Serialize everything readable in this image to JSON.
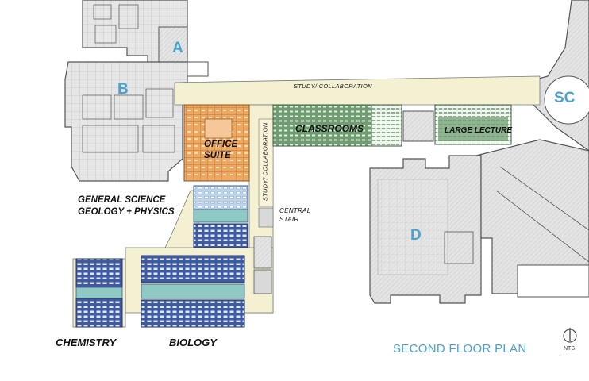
{
  "buildings": {
    "a": "A",
    "b": "B",
    "d": "D",
    "sc": "SC"
  },
  "zones": {
    "classrooms": "CLASSROOMS",
    "large_lecture": "LARGE LECTURE",
    "office_suite_line1": "OFFICE",
    "office_suite_line2": "SUITE",
    "general_science_line1": "GENERAL SCIENCE",
    "general_science_line2": "GEOLOGY + PHYSICS",
    "chemistry": "CHEMISTRY",
    "biology": "BIOLOGY"
  },
  "small_labels": {
    "study_collab_top": "STUDY/ COLLABORATION",
    "study_collab_vertical": "STUDY/ COLLABORATION",
    "central_stair_line1": "CENTRAL",
    "central_stair_line2": "STAIR"
  },
  "title": "SECOND FLOOR PLAN",
  "north_arrow_label": "NTS",
  "colors": {
    "existing_fill": "#e2e2e2",
    "existing_line": "#555555",
    "corridor": "#f4f0d2",
    "office": "#efa860",
    "classroom": "#6f9c70",
    "lab_blue": "#3f5a9e",
    "light_blue": "#bcd5ec",
    "teal": "#8fc9c4",
    "label_blue": "#4aa3cf"
  }
}
